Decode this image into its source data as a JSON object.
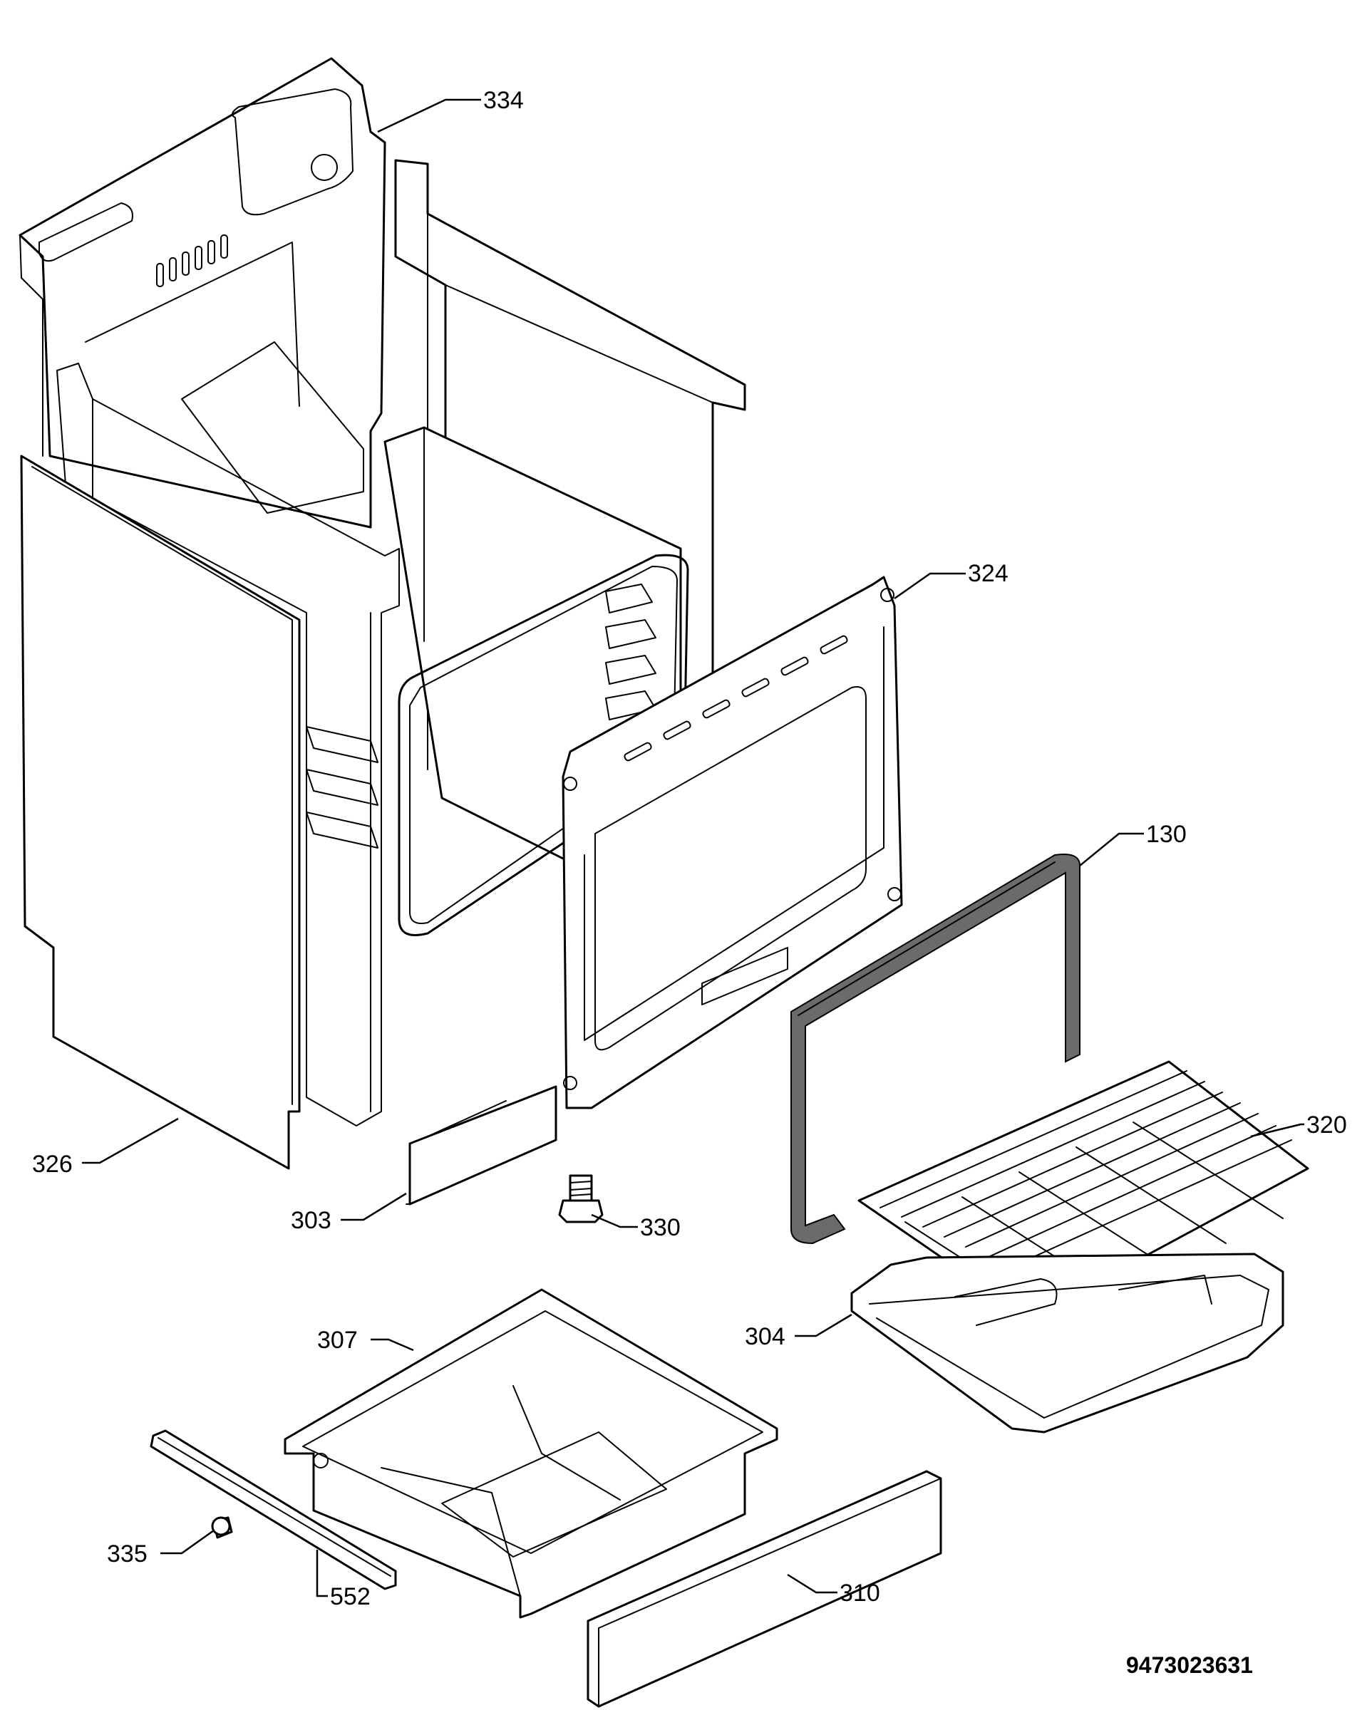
{
  "callouts": {
    "c334": "334",
    "c324": "324",
    "c130": "130",
    "c320": "320",
    "c326": "326",
    "c303": "303",
    "c330": "330",
    "c307": "307",
    "c304": "304",
    "c335": "335",
    "c552": "552",
    "c310": "310"
  },
  "document_number": "9473023631"
}
